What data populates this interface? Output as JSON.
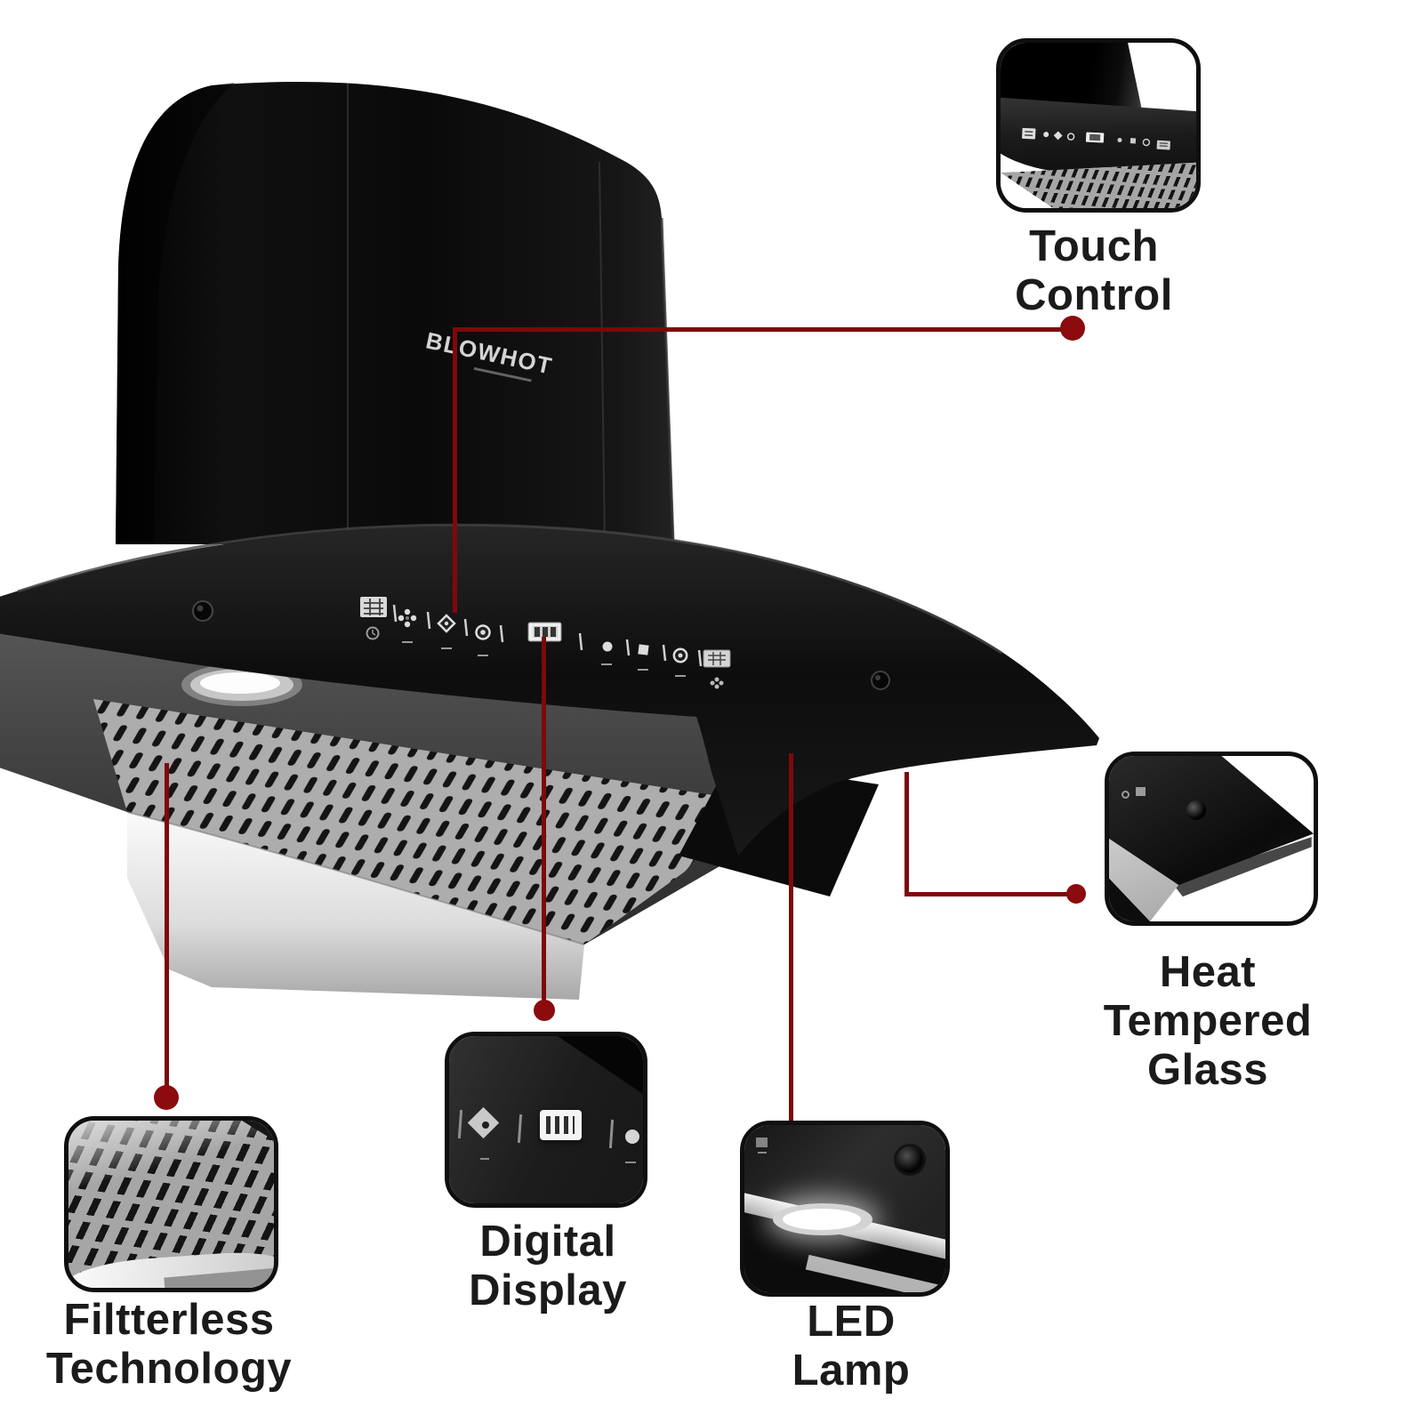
{
  "product": {
    "brand_logo": "BLOWHOT"
  },
  "features": [
    {
      "id": "touch-control",
      "label": "Touch\nControl"
    },
    {
      "id": "digital-display",
      "label": "Digital\nDisplay"
    },
    {
      "id": "led-lamp",
      "label": "LED\nLamp"
    },
    {
      "id": "heat-tempered-glass",
      "label": "Heat\nTempered\nGlass"
    },
    {
      "id": "filterless-technology",
      "label": "Filtterless\nTechnology"
    }
  ],
  "colors": {
    "background": "#ffffff",
    "annotation_line": "#7d090c",
    "annotation_dot": "#8b0b0e",
    "label_text": "#1b1b1b",
    "product_body": "#0d0d0d",
    "mesh_gray": "#a9a9a9",
    "rim_silver": "#e9e9e9"
  }
}
